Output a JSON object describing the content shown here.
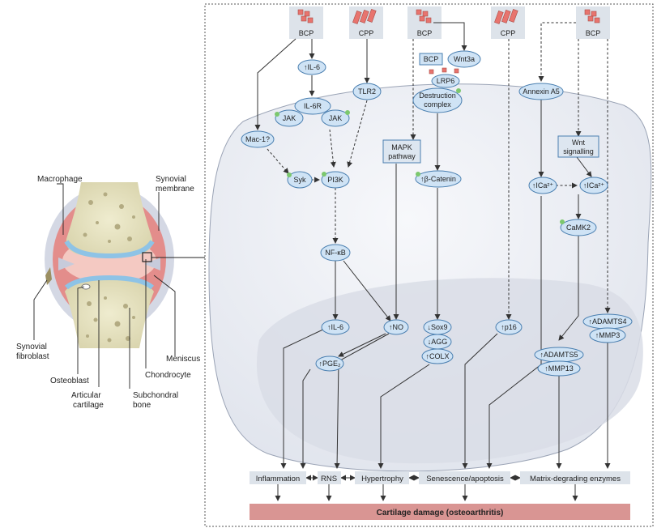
{
  "joint": {
    "labels": {
      "macrophage": "Macrophage",
      "synovial_membrane": [
        "Synovial",
        "membrane"
      ],
      "meniscus": "Meniscus",
      "synovial_fibroblast": [
        "Synovial",
        "fibroblast"
      ],
      "osteoblast": "Osteoblast",
      "articular_cartilage": [
        "Articular",
        "cartilage"
      ],
      "chondrocyte": "Chondrocyte",
      "subchondral_bone": [
        "Subchondral",
        "bone"
      ]
    }
  },
  "crystals": {
    "bcp": "BCP",
    "cpp": "CPP"
  },
  "nodes": {
    "il6_up_top": "↑IL-6",
    "il6r": "IL-6R",
    "jak": "JAK",
    "tlr2": "TLR2",
    "mac1": "Mac-1?",
    "syk": "Syk",
    "pi3k": "PI3K",
    "bcp_box": "BCP",
    "wnt3a": "Wnt3a",
    "lrp6": "LRP6",
    "destruction_complex": [
      "Destruction",
      "complex"
    ],
    "mapk": [
      "MAPK",
      "pathway"
    ],
    "beta_catenin": "↑β-Catenin",
    "annexin": "Annexin A5",
    "wnt_signalling": [
      "Wnt",
      "signalling"
    ],
    "ca1": "↑ICa²⁺",
    "ca2": "↑ICa²⁺",
    "camk2": "CaMK2",
    "nfkb": "NF-κB",
    "il6_up_low": "↑IL-6",
    "no": "↑NO",
    "pge2": "↑PGE₂",
    "sox9": "↓Sox9",
    "agg": "↓AGG",
    "colx": "↑COLX",
    "p16": "↑p16",
    "adamts5": "↑ADAMTS5",
    "mmp13": "↑MMP13",
    "adamts4": "↑ADAMTS4",
    "mmp3": "↑MMP3"
  },
  "outcomes": {
    "inflammation": "Inflammation",
    "rns": "RNS",
    "hypertrophy": "Hypertrophy",
    "senescence": "Senescence/apoptosis",
    "matrix": "Matrix-degrading enzymes",
    "cartilage_damage": "Cartilage damage (osteoarthritis)"
  },
  "colors": {
    "node_fill": "#cfe3f5",
    "node_stroke": "#4a7fb0",
    "box_fill": "#dde3ea",
    "crystal_fill": "#e8746e",
    "damage_bar": "#d99593",
    "cell_fill": "#eceff5",
    "nucleus_fill": "#d9dde6",
    "cartilage": "#8ec3e6",
    "synovium": "#e38d8b",
    "bone": "#e9e6c8",
    "arrow": "#333333",
    "green_dot": "#7cc86e"
  }
}
